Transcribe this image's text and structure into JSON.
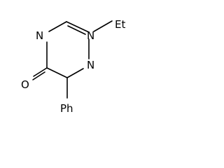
{
  "structure": {
    "ring_atoms": {
      "n_top_left": "N",
      "n_top_right": "N",
      "n_bottom_right": "N",
      "o_carbonyl": "O"
    },
    "substituents": {
      "ethyl": "Et",
      "phenyl": "Ph"
    }
  }
}
